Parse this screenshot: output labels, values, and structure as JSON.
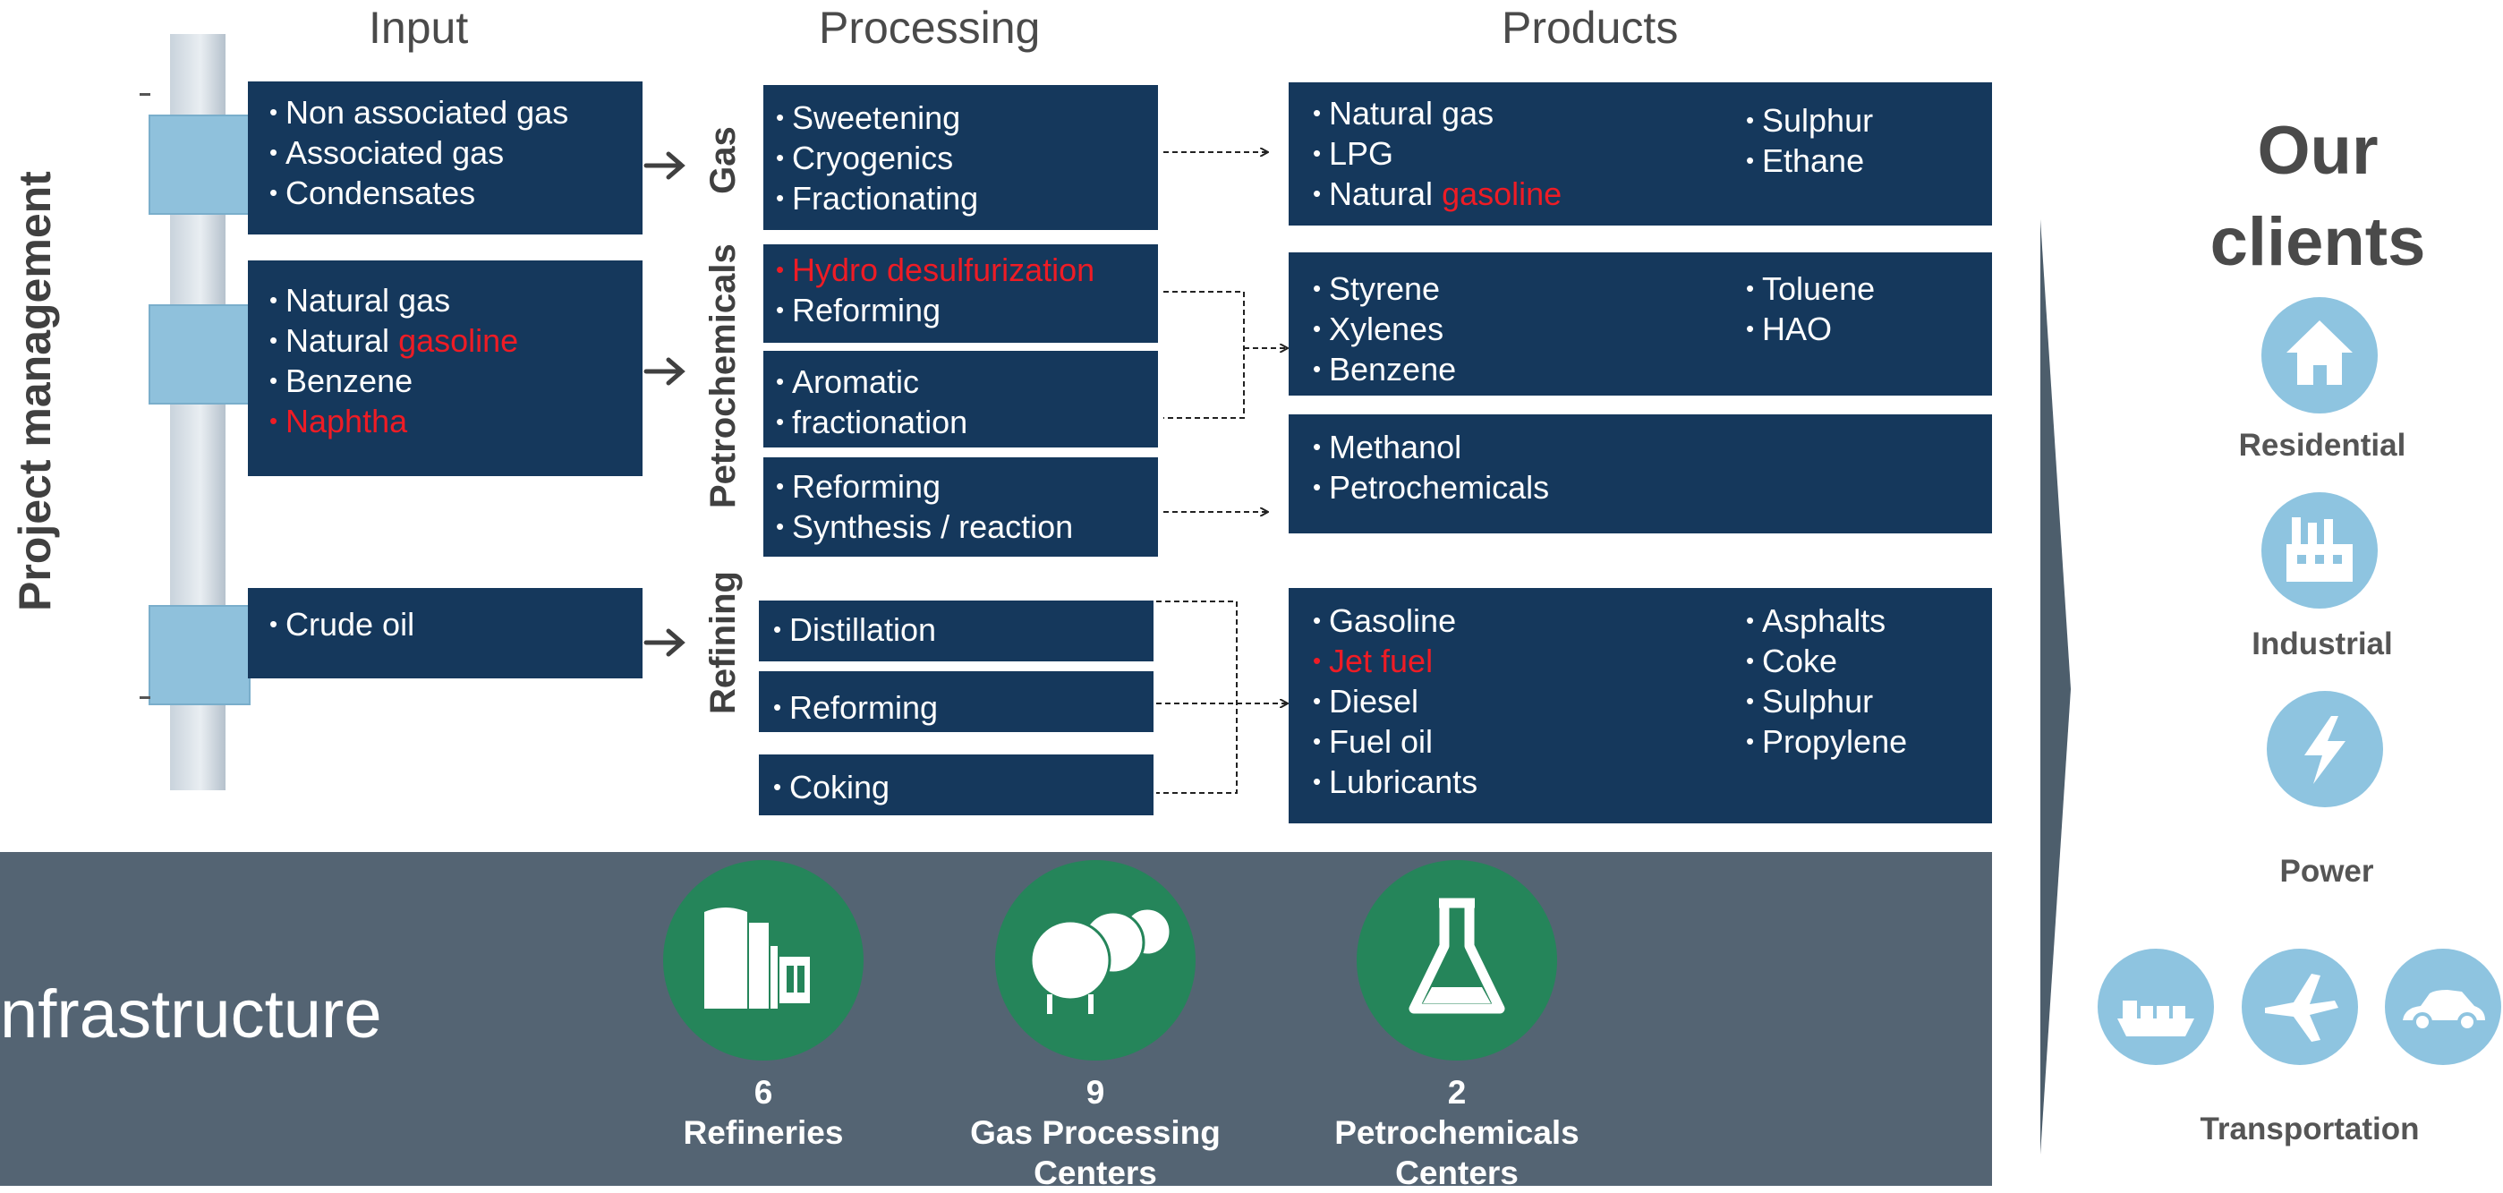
{
  "headers": {
    "input": "Input",
    "processing": "Processing",
    "products": "Products"
  },
  "side_label": "Project management",
  "inputs": [
    {
      "items": [
        {
          "text": "Non associated gas"
        },
        {
          "text": "Associated gas"
        },
        {
          "text": "Condensates"
        }
      ]
    },
    {
      "items": [
        {
          "text": "Natural gas"
        },
        {
          "pre": "Natural ",
          "hl": "gasoline"
        },
        {
          "text": "Benzene"
        },
        {
          "hl": "Naphtha"
        }
      ]
    },
    {
      "items": [
        {
          "text": "Crude oil"
        }
      ]
    }
  ],
  "categories": {
    "gas": "Gas",
    "petrochemicals": "Petrochemicals",
    "refining": "Refining"
  },
  "processing": {
    "gas": [
      "Sweetening",
      "Cryogenics",
      "Fractionating"
    ],
    "petro_1": [
      {
        "hl": "Hydro desulfurization"
      },
      {
        "text": "Reforming"
      }
    ],
    "petro_2": [
      "Aromatic",
      "fractionation"
    ],
    "petro_3": [
      "Reforming",
      "Synthesis / reaction"
    ],
    "refining": [
      "Distillation",
      "Reforming",
      "Coking"
    ]
  },
  "products": {
    "gas": {
      "col1": [
        {
          "text": "Natural gas"
        },
        {
          "text": "LPG"
        },
        {
          "pre": "Natural ",
          "hl": "gasoline"
        }
      ],
      "col2": [
        "Sulphur",
        "Ethane"
      ]
    },
    "aromatics": {
      "col1": [
        "Styrene",
        "Xylenes",
        "Benzene"
      ],
      "col2": [
        "Toluene",
        "HAO"
      ]
    },
    "petrochem": {
      "col1": [
        "Methanol",
        "Petrochemicals"
      ]
    },
    "refining": {
      "col1": [
        {
          "text": "Gasoline"
        },
        {
          "hl": "Jet fuel"
        },
        {
          "text": "Diesel"
        },
        {
          "text": "Fuel oil"
        },
        {
          "text": "Lubricants"
        }
      ],
      "col2": [
        "Asphalts",
        "Coke",
        "Sulphur",
        "Propylene"
      ]
    }
  },
  "clients": {
    "title_line1": "Our",
    "title_line2": "clients",
    "residential": "Residential",
    "industrial": "Industrial",
    "power": "Power",
    "transportation": "Transportation"
  },
  "infrastructure": {
    "title": "nfrastructure",
    "items": [
      {
        "count": "6",
        "line1": "Refineries",
        "line2": ""
      },
      {
        "count": "9",
        "line1": "Gas Processing",
        "line2": "Centers"
      },
      {
        "count": "2",
        "line1": "Petrochemicals",
        "line2": "Centers"
      }
    ]
  },
  "colors": {
    "box": "#15385c",
    "highlight": "#ee1c25",
    "band": "#546473",
    "green": "#25855a",
    "client_icon": "#8ec4e0"
  }
}
